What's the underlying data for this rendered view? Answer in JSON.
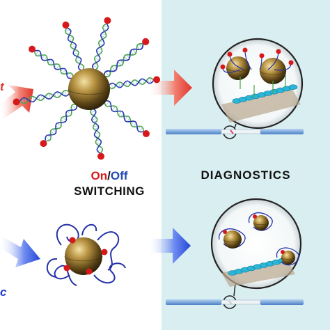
{
  "labels": {
    "on": "On",
    "slash": "/",
    "off": "Off",
    "switching": "SWITCHING",
    "diagnostics": "DIAGNOSTICS",
    "left_fragment_top": "t",
    "left_fragment_bottom": "c"
  },
  "colors": {
    "panel_background": "#d9eef1",
    "red_arrow": "#e8483d",
    "blue_arrow": "#2f56e0",
    "gold_particle": "#8a6f2a",
    "dna_green": "#4aa34a",
    "dna_blue": "#2430a8",
    "red_bead": "#d7191c",
    "test_strip": "#4a7fc7",
    "surface_cyan": "#2ab6d8"
  },
  "icons": {
    "top_left_arrow": "red-arrow-icon",
    "bottom_left_arrow": "blue-arrow-icon",
    "top_mid_arrow": "red-arrow-icon",
    "bottom_mid_arrow": "blue-arrow-icon",
    "magnifier_top": "magnifier-lens-icon",
    "magnifier_bottom": "magnifier-lens-icon"
  }
}
